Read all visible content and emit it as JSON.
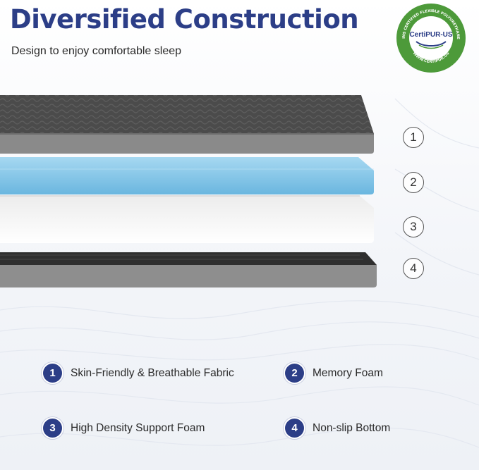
{
  "header": {
    "title": "Diversified Construction",
    "subtitle": "Design to enjoy comfortable sleep"
  },
  "badge": {
    "brand": "CertiPUR-US",
    "ring_top": "CONTAINS CERTIFIED FLEXIBLE POLYURETHANE FOAM",
    "ring_bottom": "WWW.CERTIPUR.US"
  },
  "layer_numbers": [
    "1",
    "2",
    "3",
    "4"
  ],
  "legend": [
    {
      "number": "1",
      "label": "Skin-Friendly & Breathable Fabric"
    },
    {
      "number": "2",
      "label": "Memory Foam"
    },
    {
      "number": "3",
      "label": "High Density Support Foam"
    },
    {
      "number": "4",
      "label": "Non-slip Bottom"
    }
  ],
  "colors": {
    "title": "#2c3e87",
    "badge_green": "#4d9a3a",
    "fabric": "#4b4b4b",
    "memory_foam": "#7fc3e6",
    "support_foam": "#f4f4f4",
    "bottom": "#3f3f3f"
  }
}
